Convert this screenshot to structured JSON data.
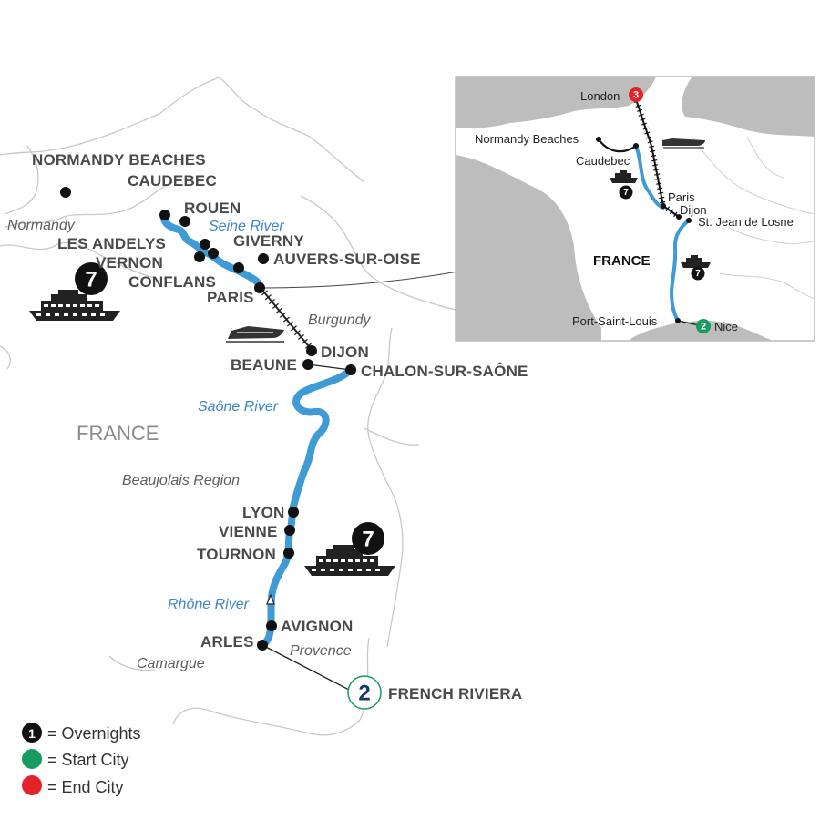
{
  "colors": {
    "route": "#3f9bd6",
    "rail": "#222222",
    "marker": "#111111",
    "start": "#1a9a63",
    "end": "#e2232a",
    "overnight_badge": "#111111",
    "french_riviera_ring": "#1a9a63",
    "french_riviera_num": "#173a6b",
    "border": "#c8c8c8",
    "land_gray": "#bdbdbd"
  },
  "main_map": {
    "cities": [
      {
        "id": "normandy-beaches",
        "label": "NORMANDY BEACHES"
      },
      {
        "id": "caudebec",
        "label": "CAUDEBEC"
      },
      {
        "id": "rouen",
        "label": "ROUEN"
      },
      {
        "id": "les-andelys",
        "label": "LES ANDELYS"
      },
      {
        "id": "giverny",
        "label": "GIVERNY"
      },
      {
        "id": "vernon",
        "label": "VERNON"
      },
      {
        "id": "auvers-sur-oise",
        "label": "AUVERS-SUR-OISE"
      },
      {
        "id": "conflans",
        "label": "CONFLANS"
      },
      {
        "id": "paris",
        "label": "PARIS"
      },
      {
        "id": "dijon",
        "label": "DIJON"
      },
      {
        "id": "beaune",
        "label": "BEAUNE"
      },
      {
        "id": "chalon-sur-saone",
        "label": "CHALON-SUR-SAÔNE"
      },
      {
        "id": "lyon",
        "label": "LYON"
      },
      {
        "id": "vienne",
        "label": "VIENNE"
      },
      {
        "id": "tournon",
        "label": "TOURNON"
      },
      {
        "id": "avignon",
        "label": "AVIGNON"
      },
      {
        "id": "arles",
        "label": "ARLES"
      },
      {
        "id": "french-riviera",
        "label": "FRENCH RIVIERA",
        "overnights": "2"
      }
    ],
    "regions": [
      "Normandy",
      "Burgundy",
      "Beaujolais Region",
      "Provence",
      "Camargue"
    ],
    "rivers": [
      "Seine River",
      "Saône River",
      "Rhône River"
    ],
    "country": "FRANCE",
    "cruise_overnights": [
      "7",
      "7"
    ]
  },
  "inset_map": {
    "labels": {
      "london": "London",
      "normandy_beaches": "Normandy Beaches",
      "caudebec": "Caudebec",
      "paris": "Paris",
      "dijon": "Dijon",
      "st_jean": "St. Jean de Losne",
      "port_saint_louis": "Port-Saint-Louis",
      "nice": "Nice",
      "country": "FRANCE"
    },
    "badges": {
      "london": "3",
      "nice": "2",
      "seine_ship": "7",
      "rhone_ship": "7"
    }
  },
  "legend": [
    {
      "num": "1",
      "text": "= Overnights",
      "color": "#111111"
    },
    {
      "num": "",
      "text": "= Start City",
      "color": "#1a9a63"
    },
    {
      "num": "",
      "text": "= End City",
      "color": "#e2232a"
    }
  ]
}
